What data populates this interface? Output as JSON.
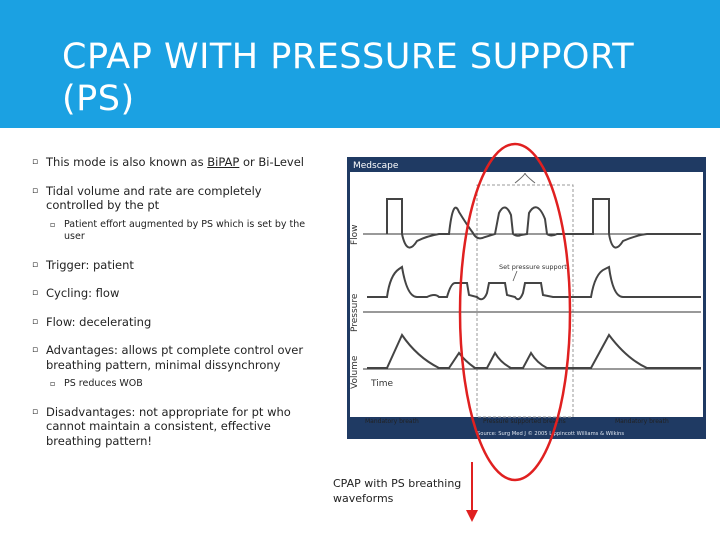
{
  "slide": {
    "title": "CPAP WITH PRESSURE SUPPORT (PS)",
    "bullets": {
      "b1_pre": "This mode is also known as ",
      "b1_link": "BiPAP",
      "b1_post": " or Bi-Level",
      "b2": "Tidal volume and rate are completely controlled by the pt",
      "b2_sub": "Patient effort augmented by PS which is set by the user",
      "b3": "Trigger: patient",
      "b4": "Cycling: flow",
      "b5": "Flow: decelerating",
      "b6": "Advantages: allows pt complete control over breathing pattern, minimal dissynchrony",
      "b6_sub": "PS reduces WOB",
      "b7": "Disadvantages: not appropriate for pt who cannot maintain a consistent, effective breathing pattern!"
    },
    "figure": {
      "brand": "Medscape",
      "labels": {
        "flow": "Flow",
        "pressure": "Pressure",
        "volume": "Volume",
        "time": "Time",
        "set_ps": "Set pressure support",
        "mandatory_left": "Mandatory breath",
        "ps_breaths": "Pressure supported breaths",
        "mandatory_right": "Mandatory breath",
        "source": "Source: Surg Med J © 2005 Lippincott Williams & Wilkins"
      }
    },
    "caption": "CPAP with PS breathing waveforms",
    "colors": {
      "header": "#1ba1e2",
      "annotation": "#e02020",
      "figure_bg": "#1f3a63"
    }
  }
}
